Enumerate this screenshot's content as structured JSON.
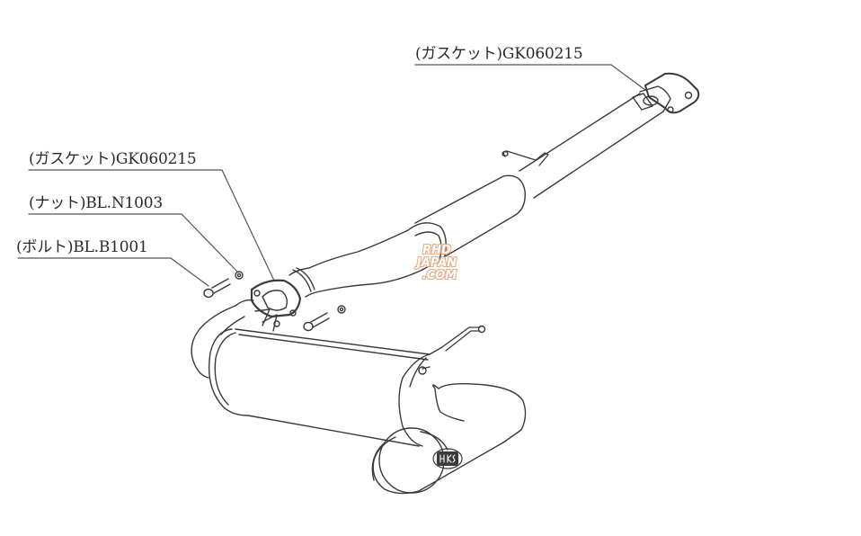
{
  "diagram": {
    "subject": "exhaust system parts diagram",
    "line_color": "#3a3a3a",
    "background": "#ffffff"
  },
  "callouts": [
    {
      "id": "gasket-front",
      "text": "(ガスケット)GK060215",
      "part_jp": "ガスケット",
      "part_no": "GK060215"
    },
    {
      "id": "gasket-mid",
      "text": "(ガスケット)GK060215",
      "part_jp": "ガスケット",
      "part_no": "GK060215"
    },
    {
      "id": "nut",
      "text": "(ナット)BL.N1003",
      "part_jp": "ナット",
      "part_no": "BL.N1003"
    },
    {
      "id": "bolt",
      "text": "(ボルト)BL.B1001",
      "part_jp": "ボルト",
      "part_no": "BL.B1001"
    }
  ],
  "watermark": {
    "lines": [
      "RHD",
      "JAPAN",
      ".COM"
    ],
    "color": "#e8a67a"
  },
  "muffler_logo": {
    "text": "HKS"
  }
}
